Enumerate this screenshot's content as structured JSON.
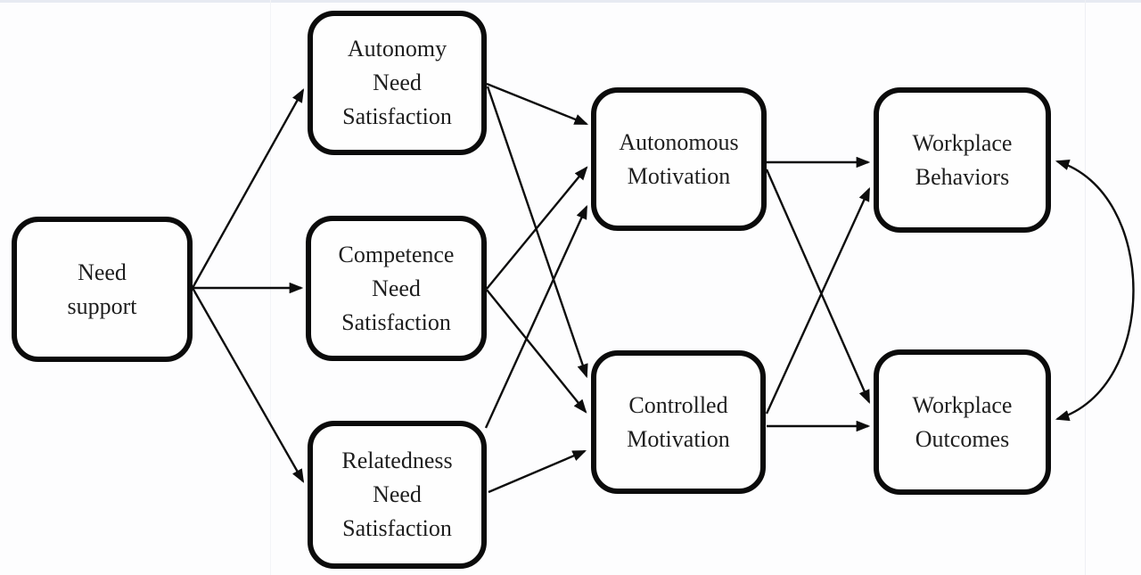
{
  "diagram": {
    "name": "need-support-motivation-model",
    "nodes": {
      "need_support": {
        "label": "Need\nsupport"
      },
      "autonomy_ns": {
        "label": "Autonomy\nNeed\nSatisfaction"
      },
      "competence_ns": {
        "label": "Competence\nNeed\nSatisfaction"
      },
      "relatedness_ns": {
        "label": "Relatedness\nNeed\nSatisfaction"
      },
      "autonomous_motivation": {
        "label": "Autonomous\nMotivation"
      },
      "controlled_motivation": {
        "label": "Controlled\nMotivation"
      },
      "workplace_behaviors": {
        "label": "Workplace\nBehaviors"
      },
      "workplace_outcomes": {
        "label": "Workplace\nOutcomes"
      }
    },
    "edges": [
      {
        "from": "need_support",
        "to": "autonomy_ns",
        "arrows": "one-way"
      },
      {
        "from": "need_support",
        "to": "competence_ns",
        "arrows": "one-way"
      },
      {
        "from": "need_support",
        "to": "relatedness_ns",
        "arrows": "one-way"
      },
      {
        "from": "autonomy_ns",
        "to": "autonomous_motivation",
        "arrows": "one-way"
      },
      {
        "from": "autonomy_ns",
        "to": "controlled_motivation",
        "arrows": "one-way"
      },
      {
        "from": "competence_ns",
        "to": "autonomous_motivation",
        "arrows": "one-way"
      },
      {
        "from": "competence_ns",
        "to": "controlled_motivation",
        "arrows": "one-way"
      },
      {
        "from": "relatedness_ns",
        "to": "autonomous_motivation",
        "arrows": "one-way"
      },
      {
        "from": "relatedness_ns",
        "to": "controlled_motivation",
        "arrows": "one-way"
      },
      {
        "from": "autonomous_motivation",
        "to": "workplace_behaviors",
        "arrows": "one-way"
      },
      {
        "from": "autonomous_motivation",
        "to": "workplace_outcomes",
        "arrows": "one-way"
      },
      {
        "from": "controlled_motivation",
        "to": "workplace_behaviors",
        "arrows": "one-way"
      },
      {
        "from": "controlled_motivation",
        "to": "workplace_outcomes",
        "arrows": "one-way"
      },
      {
        "from": "workplace_behaviors",
        "to": "workplace_outcomes",
        "arrows": "two-way"
      }
    ],
    "colors": {
      "line": "#0d0d0d",
      "box_border": "#0b0b0b",
      "box_fill": "#fefefe",
      "text": "#1e1e1e",
      "top_strip": "#e7eaf2",
      "page_seam": "#eef0f4"
    }
  }
}
